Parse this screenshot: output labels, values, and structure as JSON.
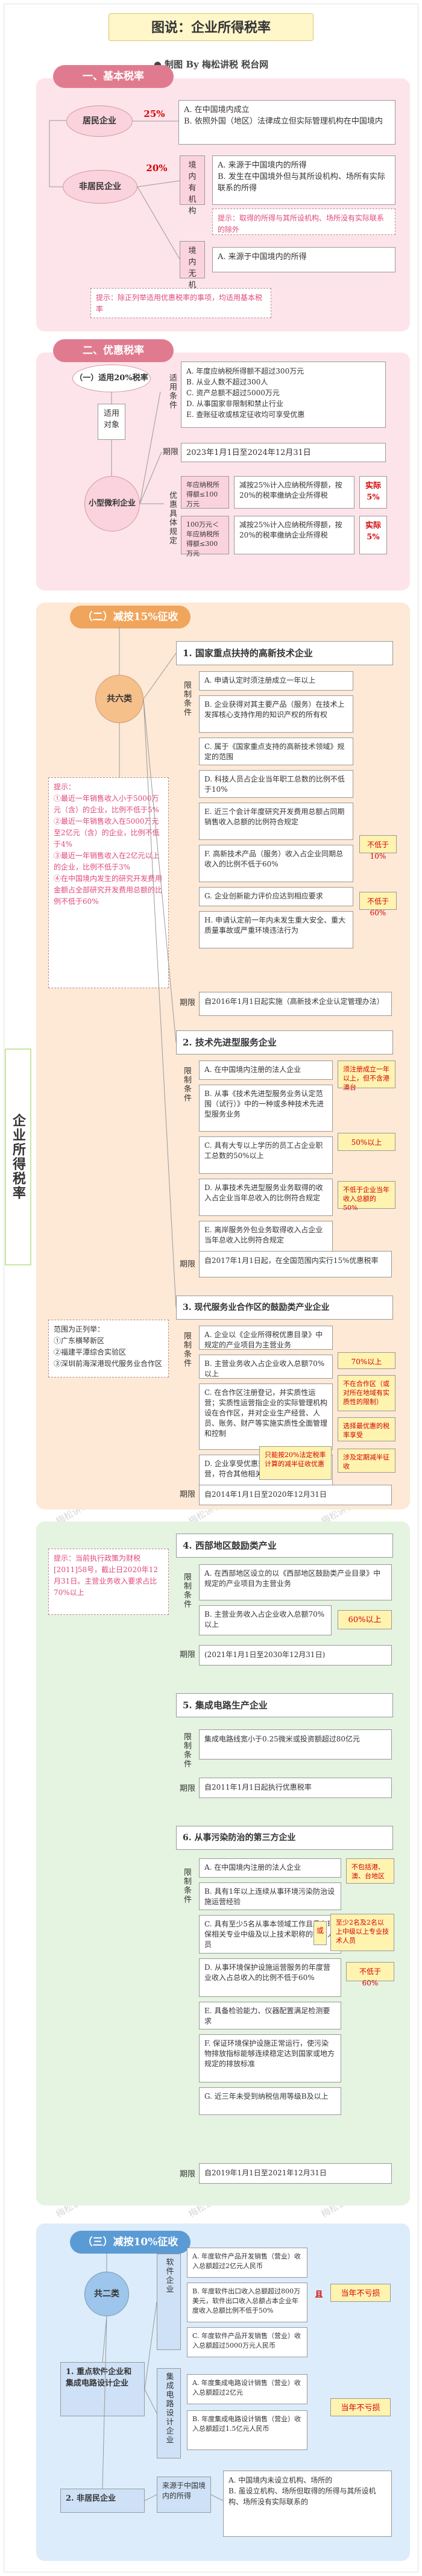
{
  "title": "图说：企业所得税率",
  "subtitle": "● 制图 By 梅松讲税 税台网",
  "side_label": "企业所得税率",
  "watermark": "梅松讲税",
  "s1": {
    "header": "一、基本税率",
    "resident": "居民企业",
    "resident_rate": "25%",
    "resident_desc": "A. 在中国境内成立\nB. 依照外国（地区）法律成立但实际管理机构在中国境内",
    "nonresident": "非居民企业",
    "nr_rate": "20%",
    "nr_has": "境内有机构",
    "nr_has_desc": "A. 来源于中国境内的所得\nB. 发生在中国境外但与其所设机构、场所有实际联系的所得",
    "nr_note": "提示：取得的所得与其所设机构、场所没有实际联系的除外",
    "nr_none": "境内无机构",
    "nr_none_desc": "A. 来源于中国境内的所得",
    "tip": "提示：除正列举适用优惠税率的事项，均适用基本税率"
  },
  "s2": {
    "header": "二、优惠税率",
    "sub1": "（一）适用20%税率",
    "target": "适用对象",
    "small": "小型微利企业",
    "cond_label": "适用条件",
    "cond": "A. 年度应纳税所得额不超过300万元\nB. 从业人数不超过300人\nC. 资产总额不超过5000万元\nD. 从事国家非限制和禁止行业\nE. 查账征收或核定征收均可享受优惠",
    "period_label": "期限",
    "period": "2023年1月1日至2024年12月31日",
    "way_label": "优惠具体规定",
    "way1_cond": "年应纳税所得额≤100万元",
    "way1": "减按25%计入应纳税所得额，按20%的税率缴纳企业所得税",
    "way1_rate": "实际5%",
    "way2_cond": "100万元＜年应纳税所得额≤300万元",
    "way2": "减按25%计入应纳税所得额，按20%的税率缴纳企业所得税",
    "way2_rate": "实际5%"
  },
  "s3": {
    "sub": "（二）减按15%征收",
    "six": "共六类",
    "tip": "提示：\n①最近一年销售收入小于5000万元（含）的企业，比例不低于5%\n②最近一年销售收入在5000万元至2亿元（含）的企业，比例不低于4%\n③最近一年销售收入在2亿元以上的企业，比例不低于3%\n④在中国境内发生的研究开发费用金额占全部研究开发费用总额的比例不低于60%",
    "hnt": {
      "title": "1. 国家重点扶持的高新技术企业",
      "cond_label": "限制条件",
      "items": [
        "A. 申请认定时须注册成立一年以上",
        "B. 企业获得对其主要产品（服务）在技术上发挥核心支持作用的知识产权的所有权",
        "C. 属于《国家重点支持的高新技术领域》规定的范围",
        "D. 科技人员占企业当年职工总数的比例不低于10%",
        "E. 近三个会计年度研究开发费用总额占同期销售收入总额的比例符合规定",
        "F. 高新技术产品（服务）收入占企业同期总收入的比例不低于60%",
        "G. 企业创新能力评价应达到相应要求",
        "H. 申请认定前一年内未发生重大安全、重大质量事故或严重环境违法行为"
      ],
      "hl1": "不低于10%",
      "hl2": "不低于60%",
      "period_label": "期限",
      "period": "自2016年1月1日起实施（高新技术企业认定管理办法）"
    },
    "tas": {
      "title": "2. 技术先进型服务企业",
      "cond_label": "限制条件",
      "items": [
        "A. 在中国境内注册的法人企业",
        "B. 从事《技术先进型服务业务认定范围（试行）》中的一种或多种技术先进型服务业务",
        "C. 具有大专以上学历的员工占企业职工总数的50%以上",
        "D. 从事技术先进型服务业务取得的收入占企业当年总收入的比例符合规定",
        "E. 离岸服务外包业务取得收入占企业当年总收入比例符合规定"
      ],
      "hl1": "须注册成立一年以上，但不含港澳台",
      "hl2": "50%以上",
      "hl3": "不低于企业当年收入总额的50%",
      "period_label": "期限",
      "period": "自2017年1月1日起，在全国范围内实行15%优惠税率"
    },
    "rz": {
      "title": "3. 现代服务业合作区的鼓励类产业企业",
      "area_note": "范围为正列举：\n①广东横琴新区\n②福建平潭综合实验区\n③深圳前海深港现代服务业合作区",
      "cond_label": "限制条件",
      "items": [
        "A. 企业以《企业所得税优惠目录》中规定的产业项目为主营业务",
        "B. 主营业务收入占企业收入总额70%以上",
        "C. 在合作区注册登记，并实质性运营；实质性运营指企业的实际管理机构设在合作区，并对企业生产经营、人员、账务、财产等实施实质性全面管理和控制",
        "D. 企业享受优惠须在合作区内从事经营，符合其他相关优惠条件"
      ],
      "hl1": "70%以上",
      "hl2": "不在合作区（或对所在地域有实质性的限制）",
      "hl3": "选择最优惠的税率享受",
      "hl4": "涉及定期减半征收",
      "hl4b": "只能按20%法定税率计算的减半征收优惠",
      "period_label": "期限",
      "period": "自2014年1月1日至2020年12月31日"
    }
  },
  "s4": {
    "west": {
      "title": "4. 西部地区鼓励类产业",
      "note": "提示：当前执行政策为财税[2011]58号，截止日2020年12月31日。主营业务收入要求占比70%以上",
      "cond_label": "限制条件",
      "items": [
        "A. 在西部地区设立的以《西部地区鼓励类产业目录》中规定的产业项目为主营业务",
        "B. 主营业务收入占企业收入总额70%以上"
      ],
      "hl": "60%以上",
      "period_label": "期限",
      "period": "(2021年1月1日至2030年12月31日)"
    },
    "ic": {
      "title": "5. 集成电路生产企业",
      "cond_label": "限制条件",
      "cond": "集成电路线宽小于0.25微米或投资额超过80亿元",
      "period_label": "期限",
      "period": "自2011年1月1日起执行优惠税率"
    },
    "env": {
      "title": "6. 从事污染防治的第三方企业",
      "cond_label": "限制条件",
      "items": [
        "A. 在中国境内注册的法人企业",
        "B. 具有1年以上连续从事环境污染防治设施运营经验",
        "C. 具有至少5名从事本领域工作且具有环保相关专业中级及以上技术职称的技术人员",
        "D. 从事环境保护设施运营服务的年度营业收入占总收入的比例不低于60%",
        "E. 具备检验能力、仪器配置满足检测要求",
        "F. 保证环境保护设施正常运行，使污染物排放指标能够连续稳定达到国家或地方规定的排放标准",
        "G. 近三年未受到纳税信用等级B及以上"
      ],
      "hl1": "不包括港、澳、台地区",
      "hl2": "至少2名及2名以上中级以上专业技术人员",
      "hl3": "不低于60%",
      "hl4": "或",
      "period_label": "期限",
      "period": "自2019年1月1日至2021年12月31日"
    }
  },
  "s5": {
    "sub": "（三）减按10%征收",
    "two": "共二类",
    "cat1": "1. 重点软件企业和集成电路设计企业",
    "cat1_a": "软件企业",
    "cat1_a_items": [
      "A. 年度软件产品开发销售（营业）收入总额超过2亿元人民币",
      "B. 年度软件出口收入总额超过800万美元，软件出口收入总额占本企业年度收入总额比例不低于50%",
      "C. 年度软件产品开发销售（营业）收入总额超过5000万元人民币"
    ],
    "cat1_a_hl1": "且",
    "cat1_a_hl2": "当年不亏损",
    "cat1_b": "集成电路设计企业",
    "cat1_b_items": [
      "A. 年度集成电路设计销售（营业）收入总额超过2亿元",
      "B. 年度集成电路设计销售（营业）收入总额超过1.5亿元人民币"
    ],
    "cat1_b_hl": "当年不亏损",
    "cat2": "2. 非居民企业",
    "cat2_cond": "来源于中国境内的所得",
    "cat2_items": "A. 中国境内未设立机构、场所的\nB. 虽设立机构、场所但取得的所得与其所设机构、场所没有实际联系的"
  }
}
